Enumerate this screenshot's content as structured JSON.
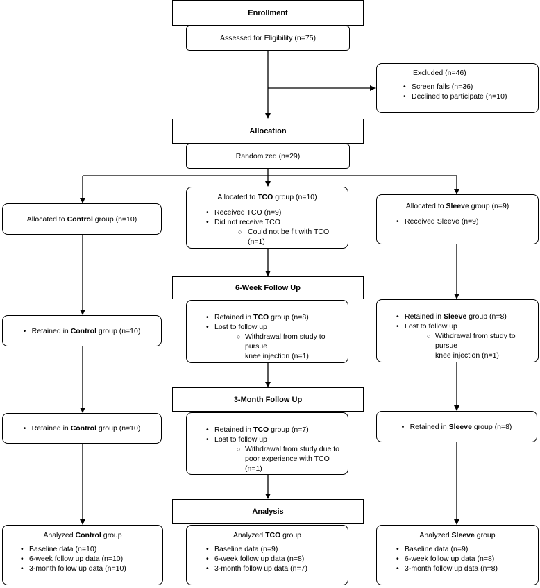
{
  "stages": {
    "enrollment": "Enrollment",
    "allocation": "Allocation",
    "followup6": "6-Week Follow Up",
    "followup3": "3-Month Follow Up",
    "analysis": "Analysis"
  },
  "assessed": "Assessed for Eligibility (n=75)",
  "excluded": {
    "title": "Excluded (n=46)",
    "items": [
      "Screen fails (n=36)",
      "Declined to participate (n=10)"
    ]
  },
  "randomized": "Randomized (n=29)",
  "control": {
    "group_name": "Control",
    "allocated_pre": "Allocated to ",
    "allocated_post": " group (n=10)",
    "retained_pre": "Retained in ",
    "retained6_post": " group (n=10)",
    "retained3_post": " group (n=10)",
    "analyzed_pre": "Analyzed ",
    "analyzed_post": " group",
    "analysis_items": [
      "Baseline data (n=10)",
      "6-week follow up data (n=10)",
      "3-month follow up data (n=10)"
    ]
  },
  "tco": {
    "group_name": "TCO",
    "allocated_pre": "Allocated to ",
    "allocated_post": " group (n=10)",
    "alloc_items": [
      "Received TCO (n=9)",
      "Did not receive TCO"
    ],
    "alloc_sub": "Could not be fit with TCO (n=1)",
    "retained_pre": "Retained in ",
    "retained6_post": " group (n=8)",
    "lost6": "Lost to follow up",
    "lost6_sub": [
      "Withdrawal from study to pursue",
      "knee injection (n=1)"
    ],
    "retained3_post": " group (n=7)",
    "lost3": "Lost to follow up",
    "lost3_sub": [
      "Withdrawal from study due to",
      "poor experience with TCO (n=1)"
    ],
    "analyzed_pre": "Analyzed ",
    "analyzed_post": " group",
    "analysis_items": [
      "Baseline data (n=9)",
      "6-week follow up data (n=8)",
      "3-month follow up data (n=7)"
    ]
  },
  "sleeve": {
    "group_name": "Sleeve",
    "allocated_pre": "Allocated to ",
    "allocated_post": " group (n=9)",
    "alloc_items": [
      "Received Sleeve (n=9)"
    ],
    "retained_pre": "Retained in ",
    "retained6_post": " group (n=8)",
    "lost6": "Lost to follow up",
    "lost6_sub": [
      "Withdrawal from study to pursue",
      "knee injection (n=1)"
    ],
    "retained3_post": " group (n=8)",
    "analyzed_pre": "Analyzed ",
    "analyzed_post": " group",
    "analysis_items": [
      "Baseline data (n=9)",
      "6-week follow up data (n=8)",
      "3-month follow up data (n=8)"
    ]
  }
}
